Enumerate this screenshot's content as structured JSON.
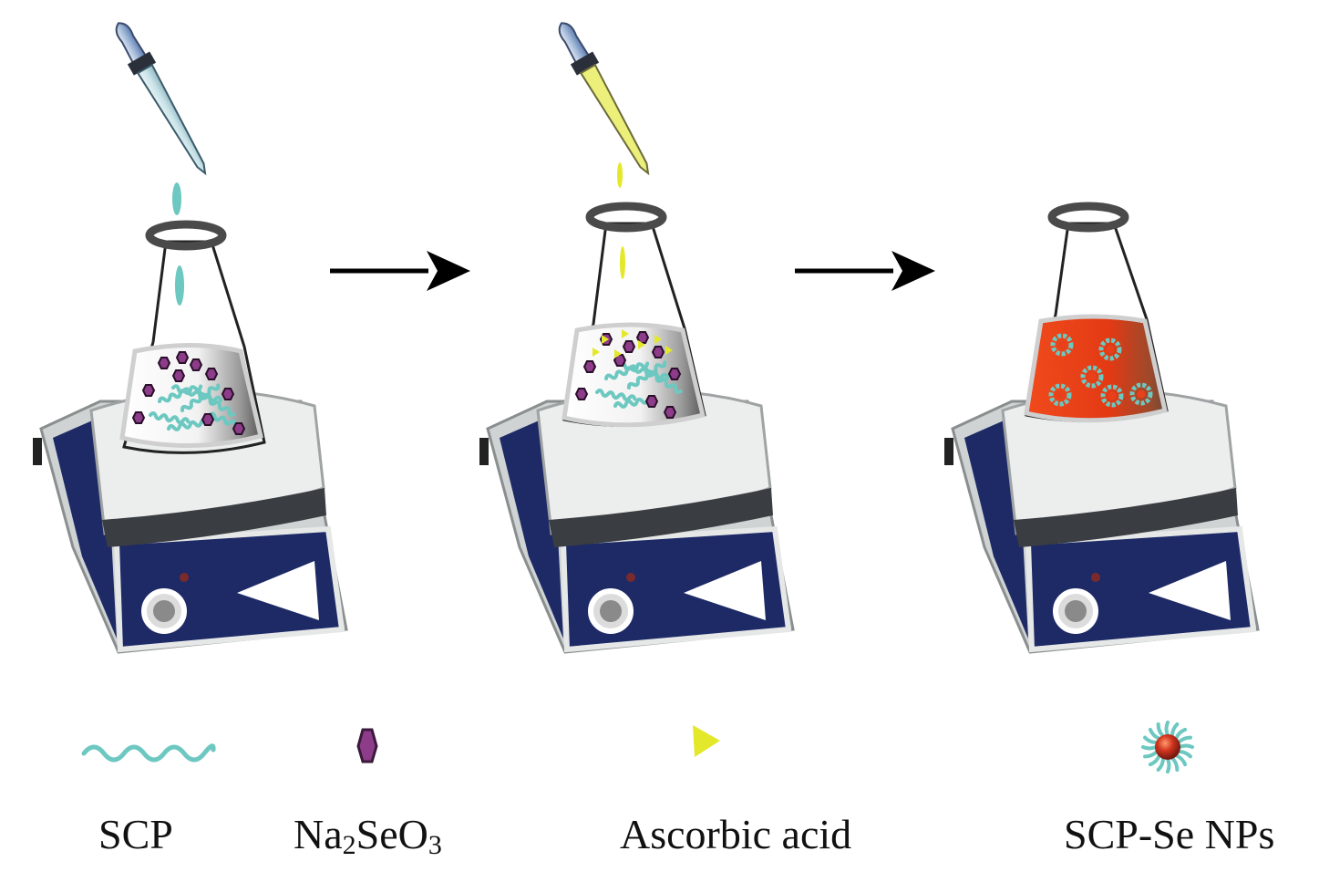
{
  "legend": {
    "scp": "SCP",
    "na2seo3": {
      "base1": "Na",
      "sub1": "2",
      "base2": "SeO",
      "sub2": "3"
    },
    "ascorbic": "Ascorbic acid",
    "nps": "SCP-Se NPs"
  },
  "colors": {
    "scp": "#6cc8c0",
    "na2seo3": "#8d3c8a",
    "ascorbic": "#e4e82a",
    "solution_final": "#e8401a",
    "nanoparticle_core": "#b0281e",
    "stirrer_body": "#1d2a66",
    "stirrer_top": "#e8eaea",
    "flask_neck_ring": "#4a4a4a",
    "arrow": "#000000"
  },
  "steps": [
    {
      "id": "step-1",
      "added_reagent": "SCP"
    },
    {
      "id": "step-2",
      "added_reagent": "Ascorbic acid"
    },
    {
      "id": "step-3",
      "product": "SCP-Se NPs"
    }
  ]
}
